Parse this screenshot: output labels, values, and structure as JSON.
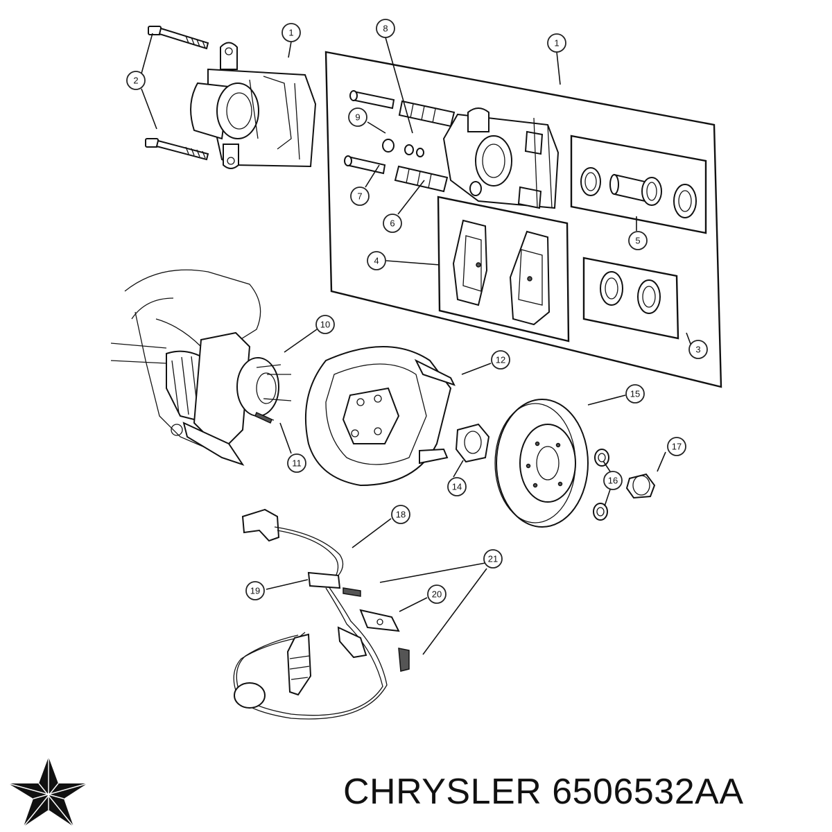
{
  "brand": {
    "name": "CHRYSLER",
    "part_number": "6506532AA",
    "logo_icon": "chrysler-pentastar-icon",
    "logo_color": "#111111"
  },
  "callouts": {
    "c1a": "1",
    "c1b": "1",
    "c2": "2",
    "c3": "3",
    "c4": "4",
    "c5": "5",
    "c6": "6",
    "c7": "7",
    "c8": "8",
    "c9": "9",
    "c10": "10",
    "c11": "11",
    "c12": "12",
    "c14": "14",
    "c15": "15",
    "c16": "16",
    "c17": "17",
    "c18": "18",
    "c19": "19",
    "c20": "20",
    "c21": "21"
  }
}
